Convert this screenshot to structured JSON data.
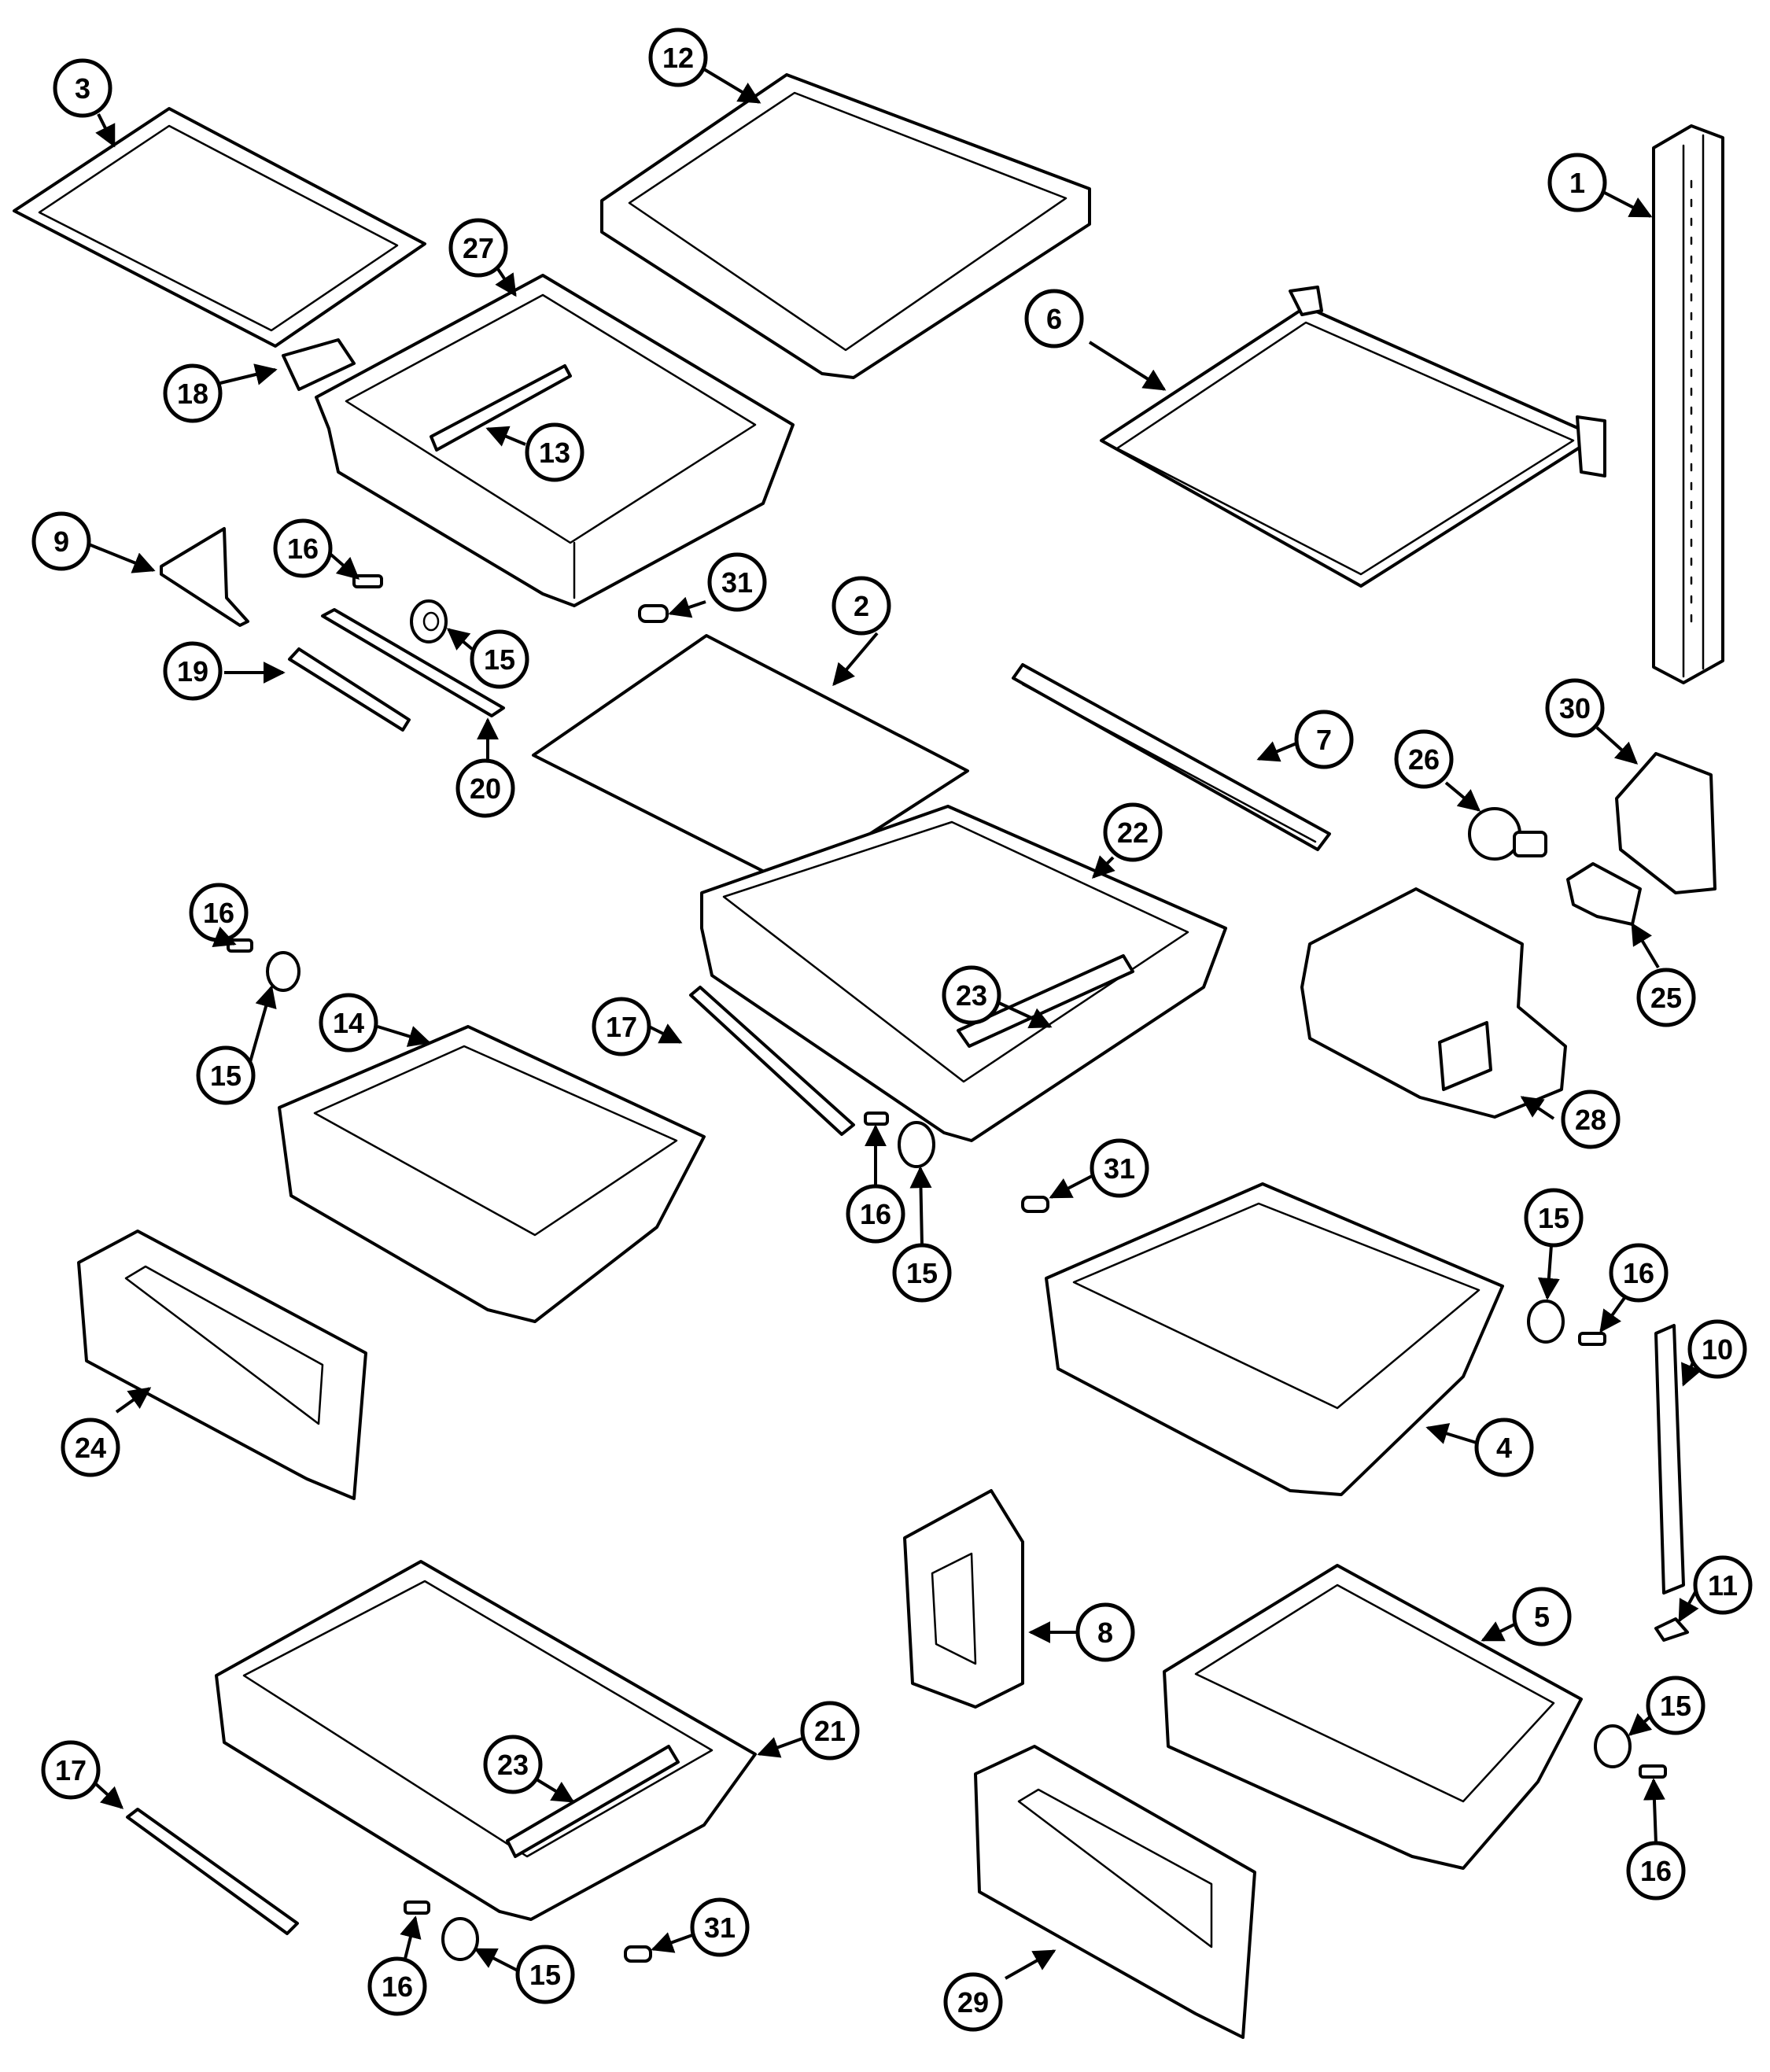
{
  "callouts": [
    "1",
    "2",
    "3",
    "4",
    "5",
    "6",
    "7",
    "8",
    "9",
    "10",
    "11",
    "12",
    "13",
    "14",
    "15",
    "16",
    "17",
    "18",
    "19",
    "20",
    "21",
    "22",
    "23",
    "24",
    "25",
    "26",
    "27",
    "28",
    "29",
    "30",
    "31"
  ],
  "colors": {
    "ink": "#000000",
    "paper": "#ffffff"
  }
}
